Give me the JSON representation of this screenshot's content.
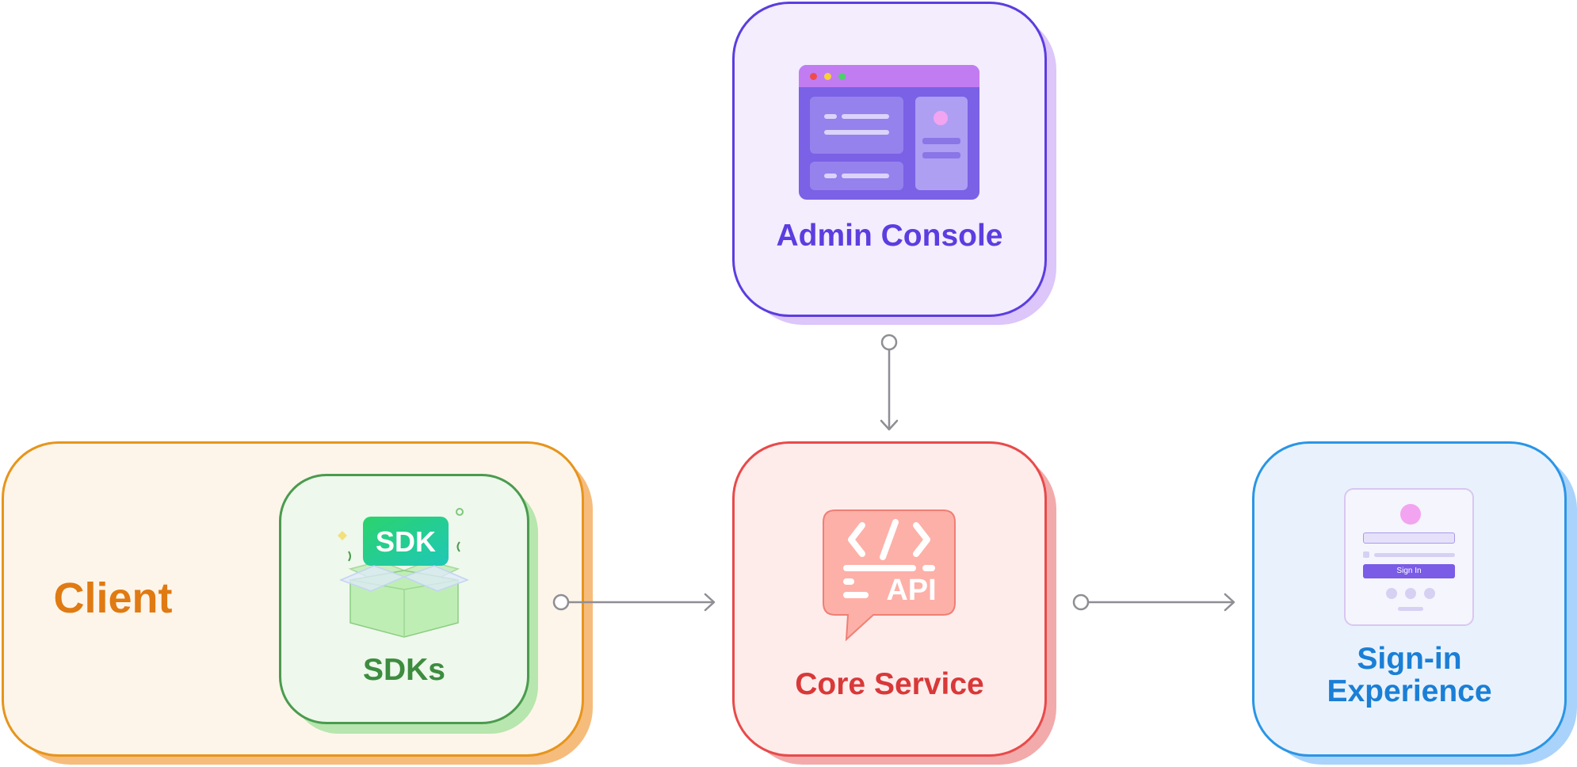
{
  "nodes": {
    "admin": {
      "label": "Admin Console"
    },
    "client": {
      "label": "Client"
    },
    "sdks": {
      "label": "SDKs",
      "badge": "SDK"
    },
    "core": {
      "label": "Core Service",
      "badge": "API"
    },
    "signin": {
      "label_line1": "Sign-in",
      "label_line2": "Experience",
      "button": "Sign In"
    }
  },
  "colors": {
    "admin": "#5b3de0",
    "client": "#e07a12",
    "sdks": "#3d8c3f",
    "core": "#d93838",
    "signin": "#1a7fd6",
    "connector": "#8e8e94"
  },
  "connections": [
    {
      "from": "admin",
      "to": "core"
    },
    {
      "from": "sdks",
      "to": "core"
    },
    {
      "from": "core",
      "to": "signin"
    }
  ]
}
